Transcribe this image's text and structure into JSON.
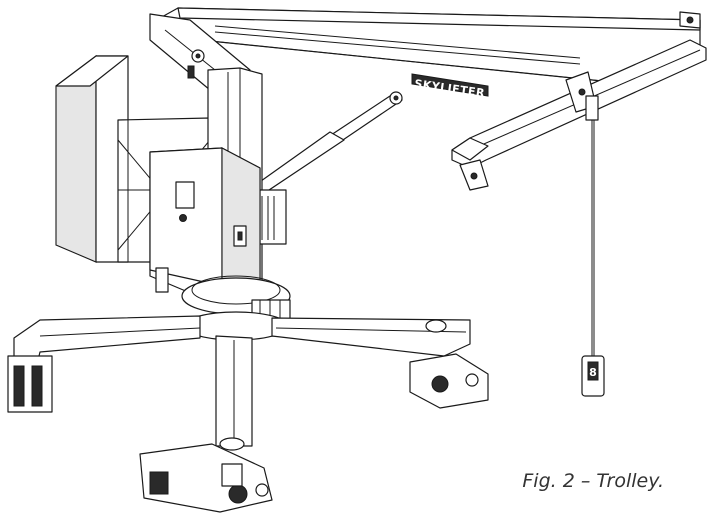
{
  "figure": {
    "caption": "Fig. 2 – Trolley.",
    "brand_mark": "SKYLIFTER",
    "pendant_label": "8",
    "line_color": "#1a1a1a",
    "background_color": "#ffffff"
  }
}
